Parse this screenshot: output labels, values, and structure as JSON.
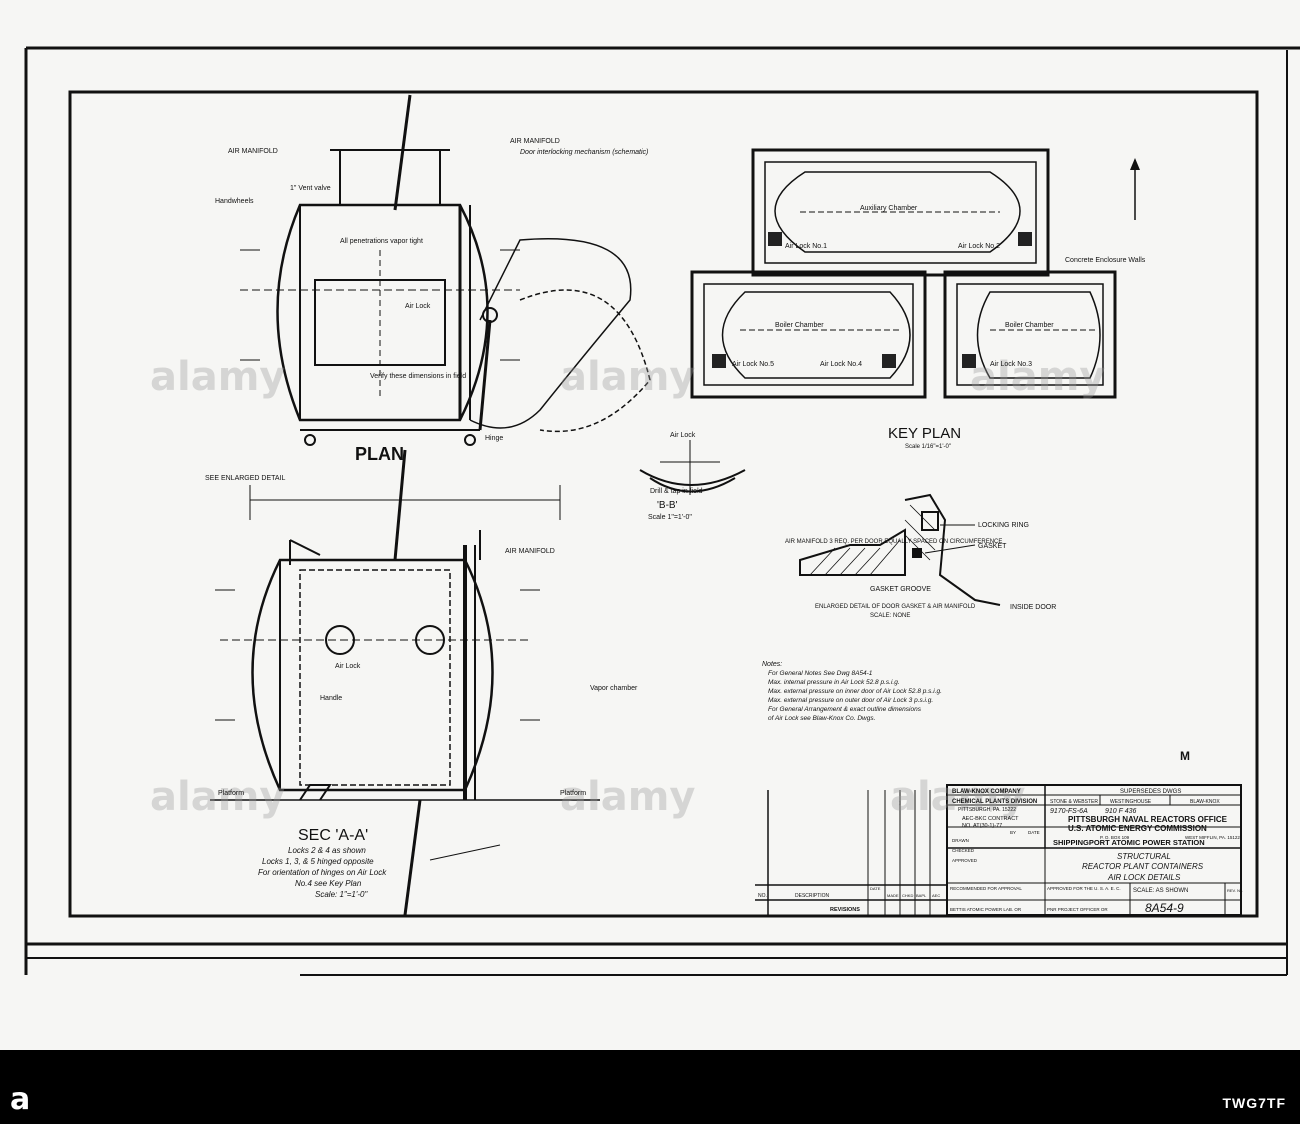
{
  "labels": {
    "air_manifold_top": "AIR MANIFOLD",
    "air_manifold_left": "AIR MANIFOLD",
    "air_manifold_mid": "AIR MANIFOLD",
    "door_interlock": "Door interlocking mechanism (schematic)",
    "handwheels": "Handwheels",
    "vent_valve": "1\" Vent valve",
    "all_penetrations": "All penetrations vapor tight",
    "air_lock": "Air Lock",
    "verify_field": "Verify these dimensions in field",
    "see_enlarged": "SEE ENLARGED DETAIL",
    "platform_left": "Platform",
    "platform_right": "Platform",
    "handle": "Handle",
    "hinge": "Hinge",
    "air_lock_sec": "Air Lock",
    "vapor_chamber": "Vapor chamber",
    "gasket_groove": "GASKET GROOVE",
    "inside_door": "INSIDE DOOR",
    "locking_ring": "LOCKING RING",
    "gasket": "GASKET",
    "air_manifold_3req": "AIR MANIFOLD 3 REQ. PER DOOR EQUALLY SPACED ON CIRCUMFERENCE",
    "enlarged_detail": "ENLARGED DETAIL OF DOOR GASKET & AIR MANIFOLD",
    "scale_none": "SCALE: NONE",
    "concrete_enclosure": "Concrete Enclosure Walls",
    "auxiliary_chamber": "Auxiliary Chamber",
    "boiler_chamber_left": "Boiler Chamber",
    "boiler_chamber_right": "Boiler Chamber",
    "air_lock_1": "Air Lock No.1",
    "air_lock_2": "Air Lock No.2",
    "air_lock_3": "Air Lock No.3",
    "air_lock_4": "Air Lock No.4",
    "air_lock_5": "Air Lock No.5",
    "b_air_lock": "Air Lock",
    "drill": "Drill & tap in field",
    "scale_b": "Scale 1\"=1'-0\"",
    "m_mark": "M"
  },
  "plan": {
    "title": "PLAN"
  },
  "section_aa": {
    "title": "SEC 'A-A'",
    "line1": "Locks 2 & 4 as shown",
    "line2": "Locks 1, 3, & 5 hinged opposite",
    "line3": "For orientation of hinges on Air Lock",
    "line4": "No.4 see Key Plan",
    "scale": "Scale: 1\"=1'-0\""
  },
  "key_plan": {
    "title": "KEY    PLAN",
    "scale": "Scale 1/16\"=1'-0\""
  },
  "section_bb": {
    "title": "'B-B'"
  },
  "notes": {
    "heading": "Notes:",
    "items": [
      "For General Notes See Dwg 8A54-1",
      "Max. internal pressure in Air Lock 52.8 p.s.i.g.",
      "Max. external pressure on inner door of Air Lock 52.8 p.s.i.g.",
      "Max. external pressure on outer door of Air Lock 3 p.s.i.g.",
      "For General Arrangement & exact outline dimensions",
      "of Air Lock see Blaw-Knox Co. Dwgs."
    ]
  },
  "title_block": {
    "company": "BLAW-KNOX COMPANY",
    "division": "CHEMICAL PLANTS DIVISION",
    "company_city": "PITTSBURGH, PA. 15222",
    "supersedes": "SUPERSEDES DWGS",
    "col_sw": "STONE & WEBSTER",
    "col_west": "WESTINGHOUSE",
    "col_bk": "BLAW-KNOX",
    "dwg_sw": "9170-FS-6A",
    "dwg_west": "910 F 436",
    "office": "PITTSBURGH NAVAL REACTORS OFFICE",
    "commission": "U.S. ATOMIC ENERGY COMMISSION",
    "po_box": "P. O. BOX 109",
    "west_mifflin": "WEST MIFFLIN, PA. 15122",
    "contract_label": "AEC-BKC CONTRACT",
    "contract_no": "NO. AT(30-1)-77",
    "station": "SHIPPINGPORT ATOMIC POWER STATION",
    "structural": "STRUCTURAL",
    "reactor": "REACTOR PLANT CONTAINERS",
    "air_lock_details": "AIR LOCK DETAILS",
    "by": "BY",
    "date": "DATE",
    "drawn": "DRAWN",
    "checked": "CHECKED",
    "approved": "APPROVED",
    "rec_approval": "RECOMMENDED FOR APPROVAL",
    "bettis": "BETTIS ATOMIC POWER LAB. OR",
    "approved_us": "APPROVED FOR THE U. S. A. E. C.",
    "pnr_office": "PNR PROJECT OFFICER OR",
    "scale": "SCALE: AS SHOWN",
    "rev": "REV. No.",
    "dwg_no": "8A54-9"
  },
  "revisions": {
    "no": "NO.",
    "description": "DESCRIPTION",
    "date": "DATE",
    "made": "MADE",
    "chkd": "CHKD",
    "bapl": "BAPL",
    "aec": "AEC",
    "title": "REVISIONS"
  },
  "watermark": {
    "text": "alamy"
  },
  "footer": {
    "image_id": "TWG7TF",
    "logo": "a"
  }
}
